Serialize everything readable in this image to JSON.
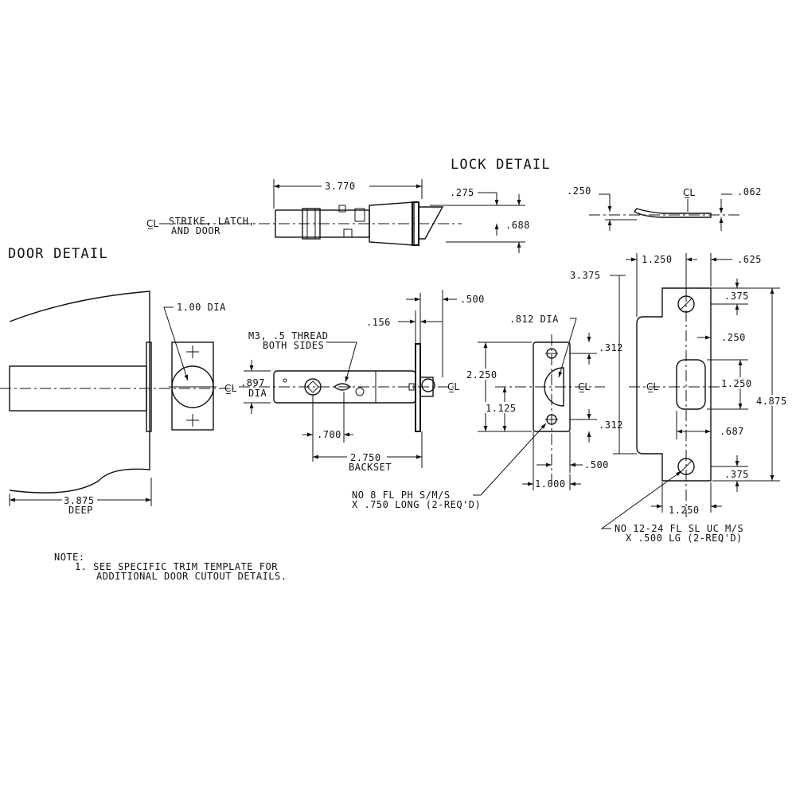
{
  "titles": {
    "lock_detail": "LOCK DETAIL",
    "door_detail": "DOOR DETAIL"
  },
  "centerline_symbol": "C̲L",
  "lock_side": {
    "length": "3.770",
    "offset": ".275",
    "height": ".688",
    "label_line1": "STRIKE, LATCH,",
    "label_line2": "AND DOOR"
  },
  "strike_profile": {
    "left": ".250",
    "right": ".062"
  },
  "door": {
    "bore_dia": "1.00 DIA",
    "depth": "3.875",
    "depth_label": "DEEP"
  },
  "latch": {
    "thread_line1": "M3, .5 THREAD",
    "thread_line2": "BOTH SIDES",
    "face_offset": ".156",
    "face_width": ".500",
    "dia_value": ".897",
    "dia_label": "DIA",
    "hole_offset": ".700",
    "backset": "2.750",
    "backset_label": "BACKSET"
  },
  "faceplate": {
    "bore_dia": ".812 DIA",
    "height": "2.250",
    "half_height": "1.125",
    "top_hole": ".312",
    "bottom_hole": ".312",
    "width": "1.000",
    "half_width": ".500",
    "screw_line1": "NO 8 FL PH S/M/S",
    "screw_line2": "X .750 LONG (2-REQ'D)"
  },
  "strike": {
    "overall_height": "3.375",
    "top_width": "1.250",
    "top_offset": ".625",
    "hole_top": ".375",
    "lip": ".250",
    "box_height": "1.250",
    "total_height": "4.875",
    "box_width": ".687",
    "hole_bottom": ".375",
    "bottom_width": "1.250",
    "screw_line1": "NO 12-24 FL SL UC M/S",
    "screw_line2": "X .500 LG (2-REQ'D)"
  },
  "note": {
    "heading": "NOTE:",
    "line1": "1. SEE SPECIFIC TRIM TEMPLATE FOR",
    "line2": "ADDITIONAL DOOR CUTOUT DETAILS."
  }
}
